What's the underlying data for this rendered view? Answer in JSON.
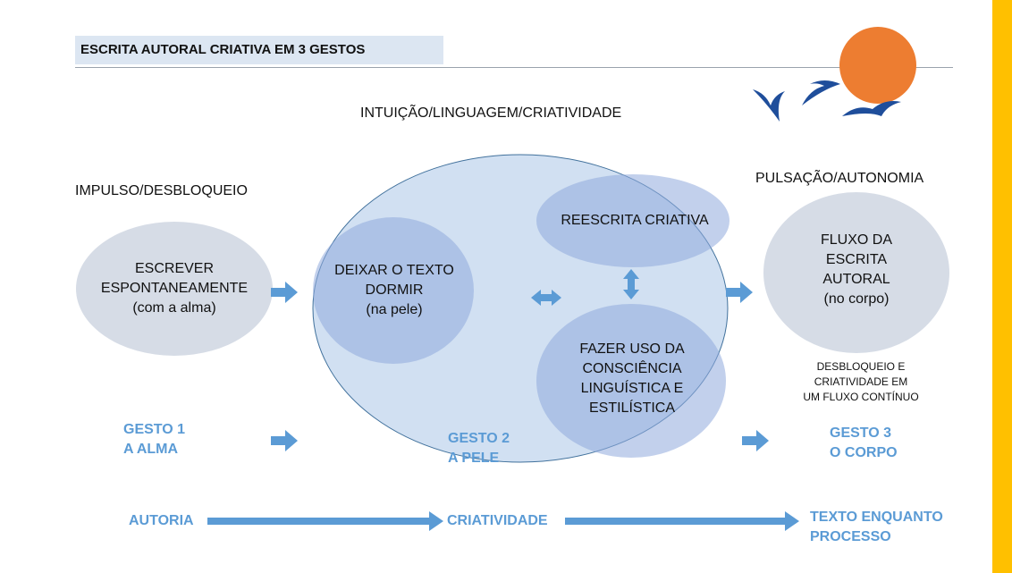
{
  "title": "ESCRITA AUTORAL  CRIATIVA EM 3 GESTOS",
  "labels": {
    "intuicao": "INTUIÇÃO/LINGUAGEM/CRIATIVIDADE",
    "impulso": "IMPULSO/DESBLOQUEIO",
    "pulsacao": "PULSAÇÃO/AUTONOMIA"
  },
  "circles": {
    "escrever": [
      "ESCREVER",
      "ESPONTANEAMENTE",
      "(com a alma)"
    ],
    "deixar": [
      "DEIXAR O TEXTO",
      "DORMIR",
      "(na pele)"
    ],
    "reescrita": "REESCRITA CRIATIVA",
    "fazer": [
      "FAZER USO DA",
      "CONSCIÊNCIA",
      "LINGUÍSTICA E",
      "ESTILÍSTICA"
    ],
    "fluxo": [
      "FLUXO DA",
      "ESCRITA",
      "AUTORAL",
      "(no corpo)"
    ]
  },
  "note": [
    "DESBLOQUEIO E",
    "CRIATIVIDADE EM",
    "UM FLUXO CONTÍNUO"
  ],
  "gestos": {
    "g1": [
      "GESTO 1",
      "A ALMA"
    ],
    "g2": [
      "GESTO 2",
      "A PELE"
    ],
    "g3": [
      "GESTO 3",
      "O CORPO"
    ]
  },
  "bottom": {
    "autoria": "AUTORIA",
    "criatividade": "CRIATIVIDADE",
    "texto": [
      "TEXTO ENQUANTO",
      "PROCESSO"
    ]
  },
  "colors": {
    "accent_blue": "#5b9bd5",
    "big_circle_fill": "#c9daf0",
    "circle_fill": "#b4c7e7",
    "grey_circle_fill": "#d6dce6",
    "sun_orange": "#ed7d31",
    "side_bar_yellow": "#ffc000",
    "bird_blue": "#1f4e9b"
  }
}
